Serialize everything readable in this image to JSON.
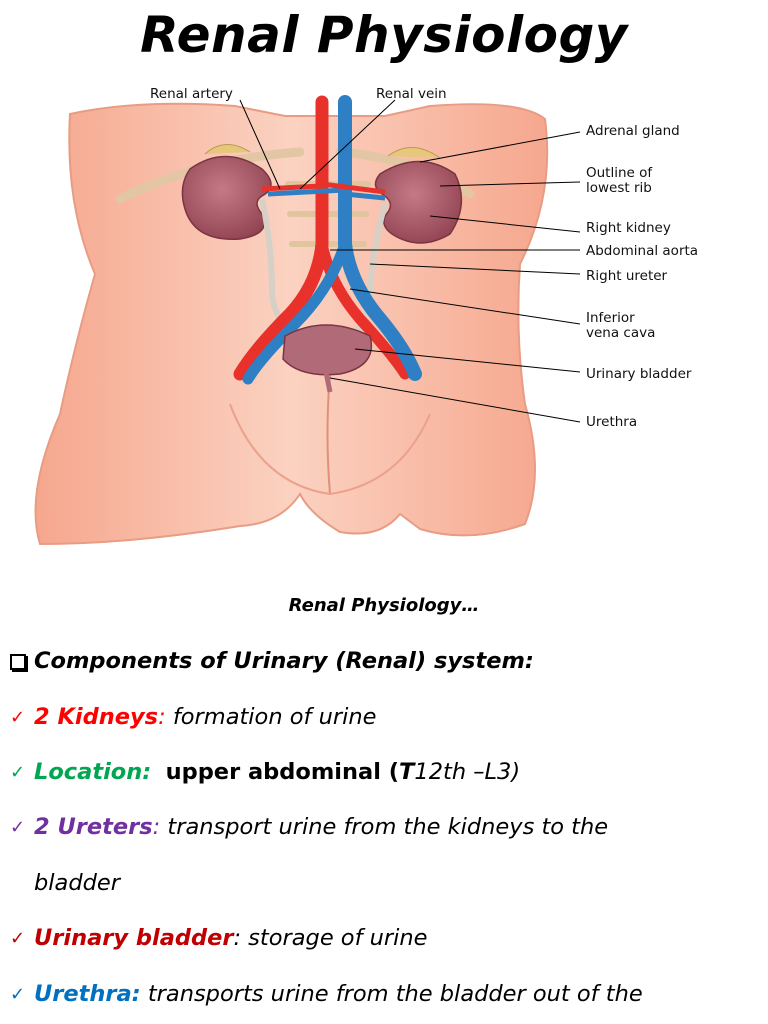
{
  "title": "Renal Physiology",
  "figure": {
    "labels": {
      "renal_artery": "Renal artery",
      "renal_vein": "Renal vein",
      "adrenal_gland": "Adrenal gland",
      "outline_rib_1": "Outline of",
      "outline_rib_2": "lowest rib",
      "right_kidney": "Right kidney",
      "abdominal_aorta": "Abdominal aorta",
      "right_ureter": "Right ureter",
      "ivc_1": "Inferior",
      "ivc_2": "vena cava",
      "urinary_bladder": "Urinary bladder",
      "urethra": "Urethra"
    }
  },
  "caption": "Renal Physiology…",
  "list": {
    "heading": "Components of Urinary (Renal) system:",
    "kidneys": {
      "term": "2 Kidneys",
      "sep": ":",
      "desc": " formation of urine"
    },
    "location": {
      "term": "Location:",
      "b1": "upper abdominal (",
      "b2": "T",
      "rest": "12th –L3)"
    },
    "ureters": {
      "term": "2 Ureters",
      "sep": ":",
      "desc": " transport urine from the kidneys to the",
      "desc2": "bladder"
    },
    "bladder": {
      "term": "Urinary bladder",
      "desc": ": storage of urine"
    },
    "urethra": {
      "term": "Urethra:",
      "desc": " transports urine from the bladder out of the"
    }
  },
  "colors": {
    "kidneys": "#ff0000",
    "location": "#00a651",
    "ureters": "#7030a0",
    "bladder": "#c00000",
    "urethra": "#0070c0",
    "artery": "#e8312a",
    "vein": "#2f7fc4",
    "skin": "#f5b09a"
  }
}
